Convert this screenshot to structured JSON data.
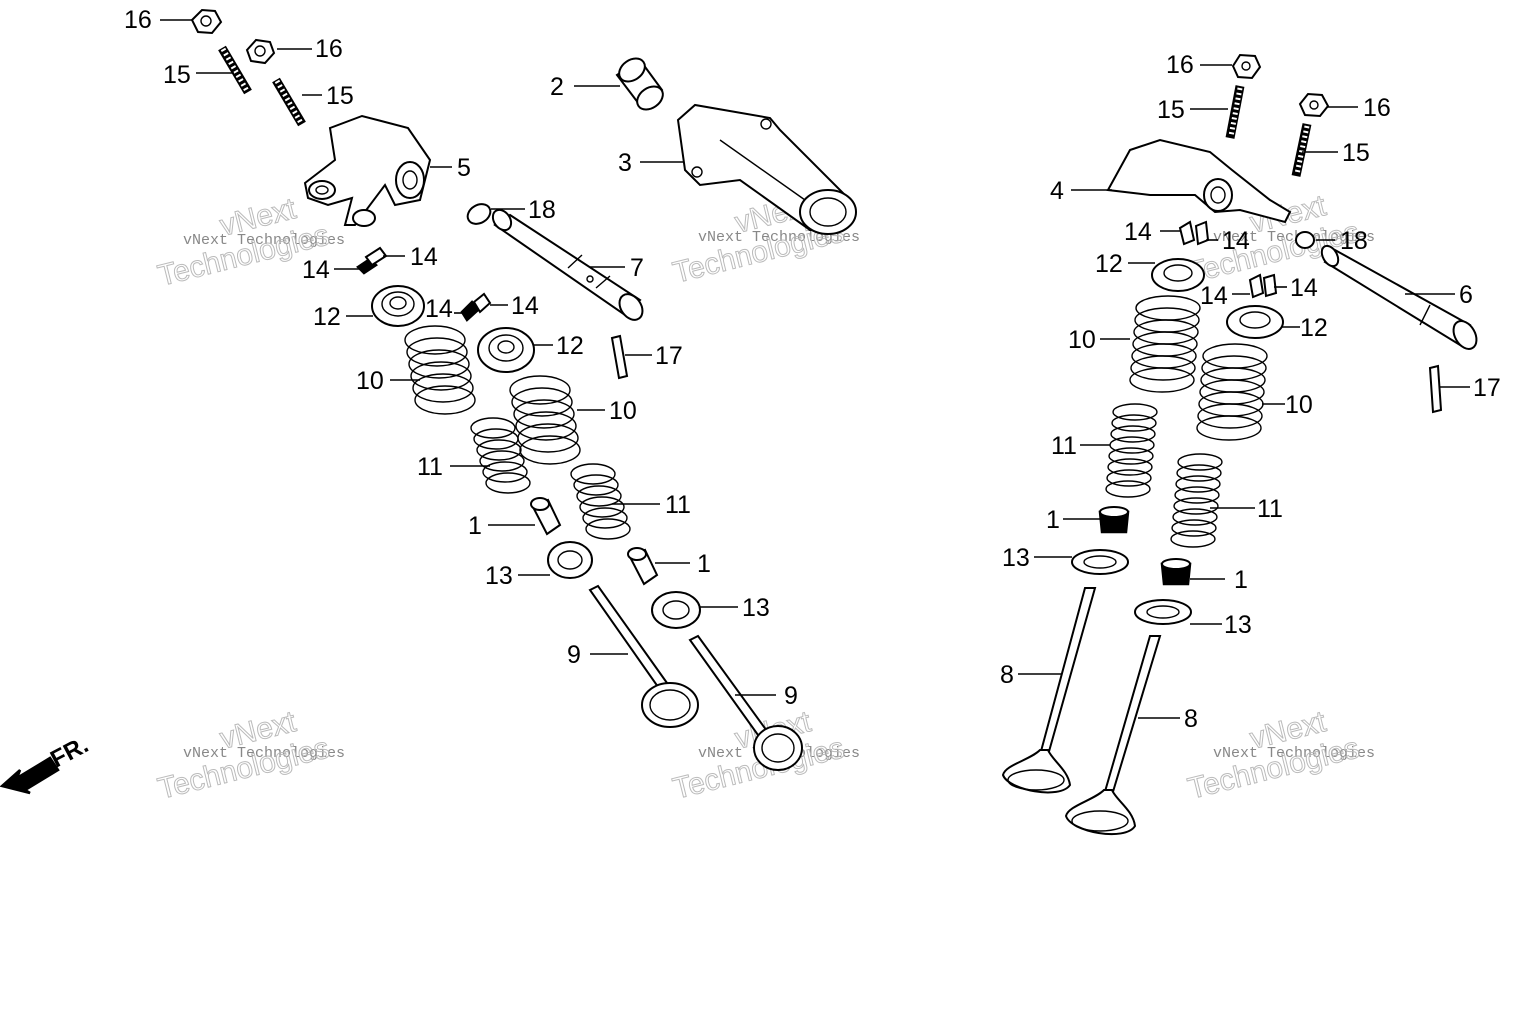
{
  "diagram": {
    "front_indicator": "FR.",
    "watermark": {
      "line1": "vNext Technologies",
      "line2": "vNext",
      "line3": "Technologies"
    },
    "callouts_left": [
      {
        "id": "l16a",
        "text": "16"
      },
      {
        "id": "l16b",
        "text": "16"
      },
      {
        "id": "l15a",
        "text": "15"
      },
      {
        "id": "l15b",
        "text": "15"
      },
      {
        "id": "l2",
        "text": "2"
      },
      {
        "id": "l3",
        "text": "3"
      },
      {
        "id": "l5",
        "text": "5"
      },
      {
        "id": "l18",
        "text": "18"
      },
      {
        "id": "l7",
        "text": "7"
      },
      {
        "id": "l14a",
        "text": "14"
      },
      {
        "id": "l14b",
        "text": "14"
      },
      {
        "id": "l14c",
        "text": "14"
      },
      {
        "id": "l14d",
        "text": "14"
      },
      {
        "id": "l12a",
        "text": "12"
      },
      {
        "id": "l12b",
        "text": "12"
      },
      {
        "id": "l17",
        "text": "17"
      },
      {
        "id": "l10a",
        "text": "10"
      },
      {
        "id": "l10b",
        "text": "10"
      },
      {
        "id": "l11a",
        "text": "11"
      },
      {
        "id": "l11b",
        "text": "11"
      },
      {
        "id": "l1a",
        "text": "1"
      },
      {
        "id": "l1b",
        "text": "1"
      },
      {
        "id": "l13a",
        "text": "13"
      },
      {
        "id": "l13b",
        "text": "13"
      },
      {
        "id": "l9a",
        "text": "9"
      },
      {
        "id": "l9b",
        "text": "9"
      }
    ],
    "callouts_right": [
      {
        "id": "r16a",
        "text": "16"
      },
      {
        "id": "r16b",
        "text": "16"
      },
      {
        "id": "r15a",
        "text": "15"
      },
      {
        "id": "r15b",
        "text": "15"
      },
      {
        "id": "r4",
        "text": "4"
      },
      {
        "id": "r14a",
        "text": "14"
      },
      {
        "id": "r14b",
        "text": "14"
      },
      {
        "id": "r14c",
        "text": "14"
      },
      {
        "id": "r14d",
        "text": "14"
      },
      {
        "id": "r18",
        "text": "18"
      },
      {
        "id": "r12a",
        "text": "12"
      },
      {
        "id": "r12b",
        "text": "12"
      },
      {
        "id": "r6",
        "text": "6"
      },
      {
        "id": "r10a",
        "text": "10"
      },
      {
        "id": "r10b",
        "text": "10"
      },
      {
        "id": "r17",
        "text": "17"
      },
      {
        "id": "r11a",
        "text": "11"
      },
      {
        "id": "r11b",
        "text": "11"
      },
      {
        "id": "r1a",
        "text": "1"
      },
      {
        "id": "r1b",
        "text": "1"
      },
      {
        "id": "r13a",
        "text": "13"
      },
      {
        "id": "r13b",
        "text": "13"
      },
      {
        "id": "r8a",
        "text": "8"
      },
      {
        "id": "r8b",
        "text": "8"
      }
    ]
  }
}
